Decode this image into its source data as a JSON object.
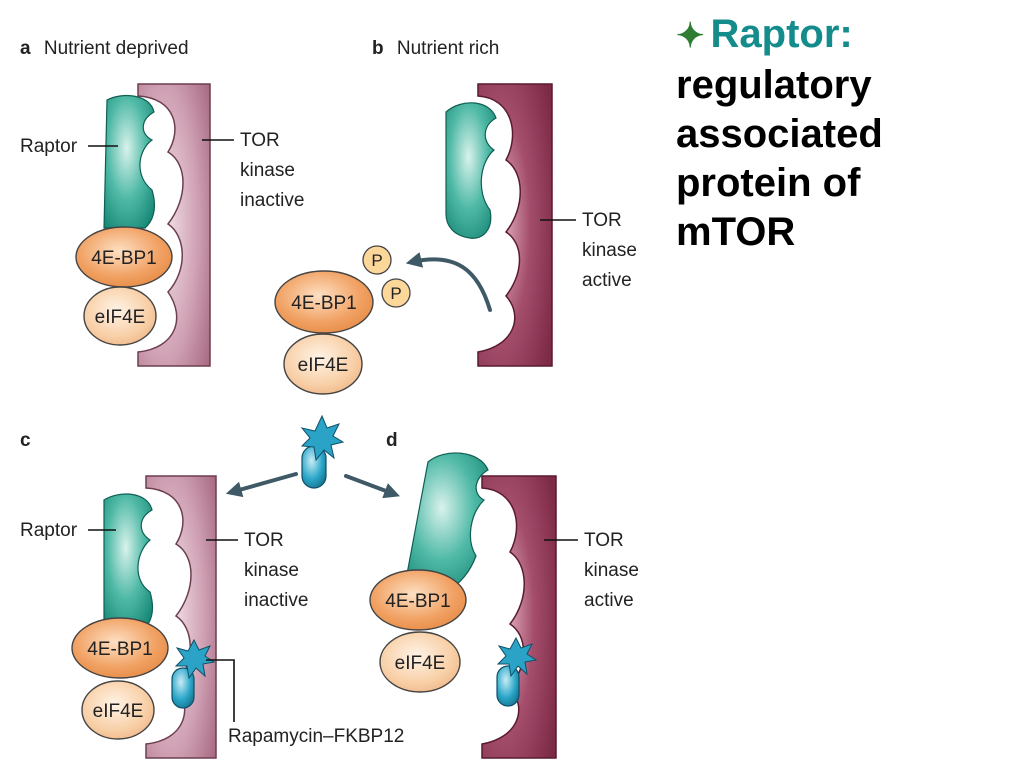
{
  "colors": {
    "accent": "#148c8c",
    "bullet": "#2e7d32",
    "tor_inactive": "#b07a90",
    "tor_active": "#8e3552",
    "raptor": "#1f9a88",
    "oval_orange": "#ee9550",
    "oval_peach": "#f6c49a",
    "rapamycin": "#1f96b8",
    "arrow": "#3f5a66"
  },
  "side_note": {
    "bullet": "✦",
    "term": "Raptor:",
    "lines": [
      "regulatory",
      "associated",
      "protein of",
      "mTOR"
    ]
  },
  "panels": {
    "a": {
      "letter": "a",
      "title": "Nutrient deprived"
    },
    "b": {
      "letter": "b",
      "title": "Nutrient rich"
    },
    "c": {
      "letter": "c",
      "title": ""
    },
    "d": {
      "letter": "d",
      "title": ""
    }
  },
  "labels": {
    "raptor": "Raptor",
    "tor": "TOR",
    "kinase": "kinase",
    "inactive": "inactive",
    "active": "active",
    "bp1": "4E-BP1",
    "eif4e": "eIF4E",
    "phospho": "P",
    "rapamycin": "Rapamycin–FKBP12"
  }
}
